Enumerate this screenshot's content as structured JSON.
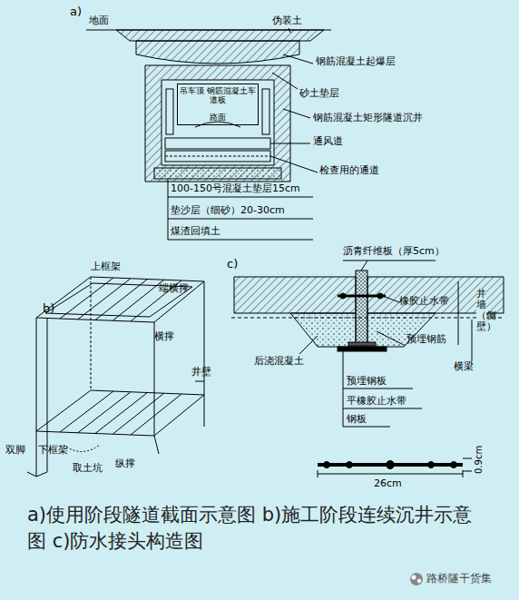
{
  "diagram": {
    "caption": "a)使用阶段隧道截面示意图 b)施工阶段连续沉井示意图 c)防水接头构造图",
    "nodes": [
      {
        "text": [
          "吊车顶 钢筋混凝土车道板",
          "路面"
        ]
      }
    ],
    "labels": [
      "a)",
      "地面",
      "伪装土",
      "钢筋混凝土起爆层",
      "砂土垫层",
      "钢筋混凝土矩形隧道沉井",
      "通风道",
      "检查用的通道",
      "100-150号混凝土垫层15cm",
      "垫沙层（细砂）20-30cm",
      "煤渣回填土",
      "b)",
      "上框架",
      "端横撑",
      "横撑",
      "井壁",
      "双脚",
      "下框架",
      "取土坑",
      "纵撑",
      "c)",
      "沥青纤维板（厚5cm）",
      "橡胶止水带",
      "井墙（侧壁）",
      "后浇混凝土",
      "预埋钢筋",
      "横梁",
      "预埋钢板",
      "平橡胶止水带",
      "钢板",
      "26cm",
      "0.9cm",
      "路桥隧干货集"
    ]
  }
}
